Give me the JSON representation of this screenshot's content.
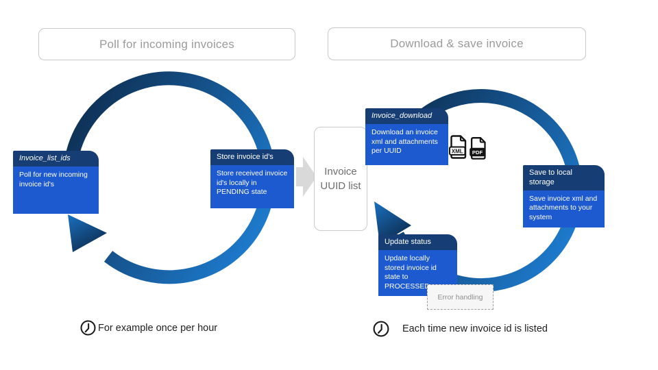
{
  "titles": {
    "left": "Poll for incoming invoices",
    "right": "Download & save invoice"
  },
  "boxes": {
    "invoice_list_ids": {
      "header": "Invoice_list_ids",
      "body": "Poll for new incoming invoice id's"
    },
    "store_invoice_ids": {
      "header": "Store invoice id's",
      "body": "Store received invoice id's locally in PENDING state"
    },
    "invoice_download": {
      "header": "Invoice_download",
      "body": "Download an invoice xml and attachments per UUID"
    },
    "save_to_local_storage": {
      "header": "Save to local storage",
      "body": "Save invoice xml and attachments to your system"
    },
    "update_status": {
      "header": "Update status",
      "body": "Update locally stored invoice id state to PROCESSED"
    }
  },
  "uuid_list_label": "Invoice UUID list",
  "error_handling_label": "Error handling",
  "captions": {
    "left": "For example once per hour",
    "right": "Each time new invoice id is listed"
  },
  "file_icons": {
    "xml": "XML",
    "pdf": "PDF"
  },
  "colors": {
    "box_header": "#173E74",
    "box_body": "#1E5ACF",
    "ring_dark": "#0D2B4C",
    "ring_bright": "#1E7DD1",
    "pill_text": "#9B9B9B",
    "gray_arrow": "#D9D9D9"
  }
}
